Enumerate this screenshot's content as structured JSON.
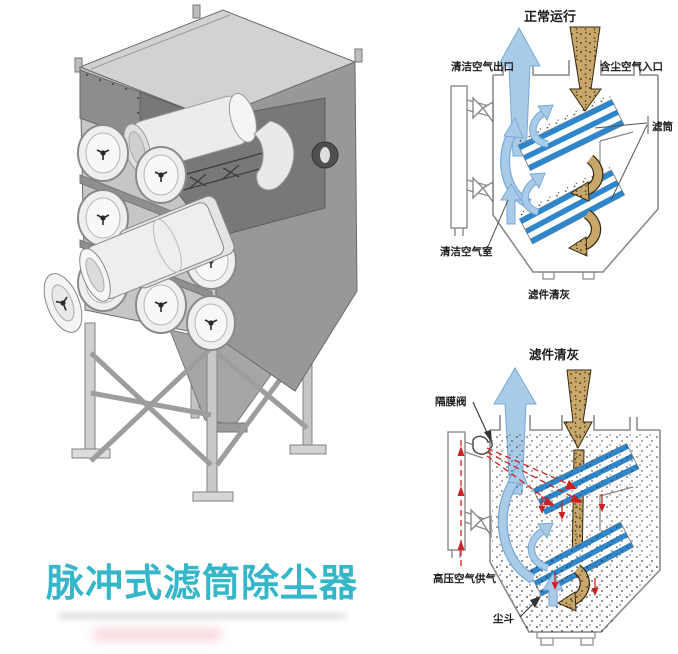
{
  "caption": {
    "text": "脉冲式滤筒除尘器",
    "color": "#35b6c9"
  },
  "diagram_normal_operation": {
    "title": "正常运行",
    "clean_air_outlet": "清洁空气出口",
    "dusty_air_inlet": "含尘空气入口",
    "filter_cartridge": "滤筒",
    "clean_air_chamber": "清洁空气室",
    "caption": "滤件清灰"
  },
  "diagram_filter_cleaning": {
    "title": "滤件清灰",
    "diaphragm_valve": "隔膜阀",
    "high_pressure_air_supply": "高压空气供气",
    "dust_hopper": "尘斗"
  },
  "colors": {
    "accent_cyan": "#35b6c9",
    "cartridge_stripe_blue": "#2e87cc",
    "clean_air_blue": "#a8cbe8",
    "dust_tan": "#c9a76a",
    "pulse_red": "#cc2222",
    "outline_gray": "#8a8a8a"
  }
}
